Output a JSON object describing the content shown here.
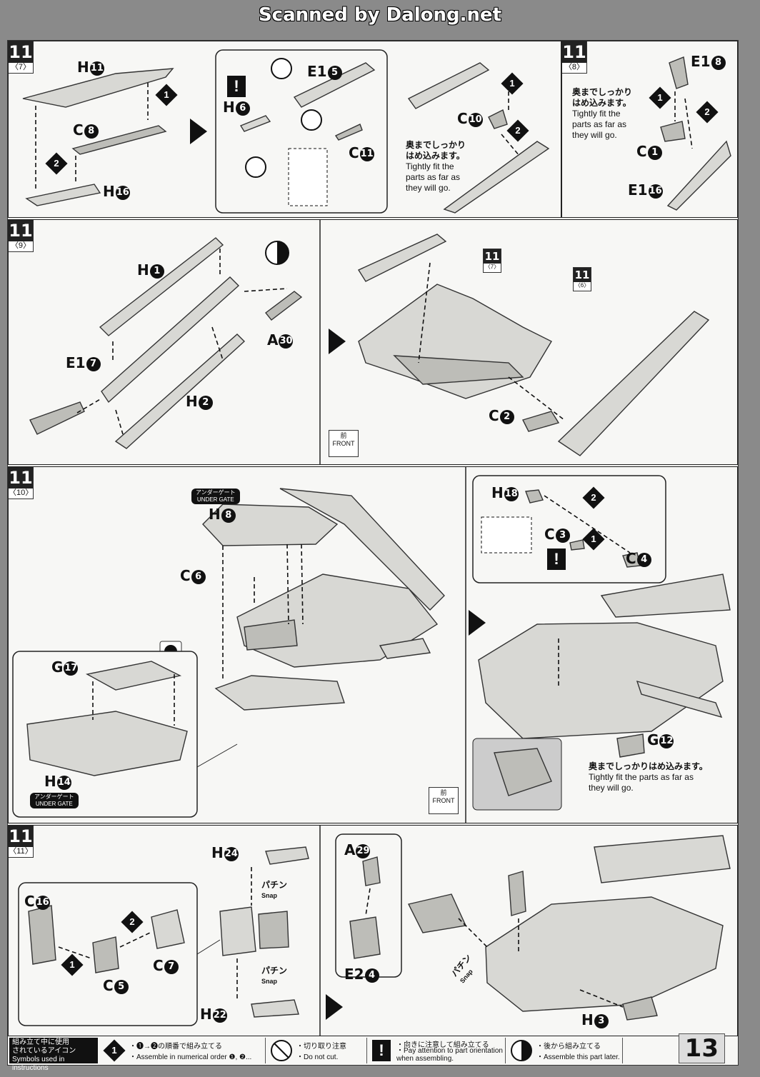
{
  "scan_title": "Scanned by Dalong.net",
  "page_number": "13",
  "steps": {
    "s7": {
      "num": "11",
      "sub": "〈7〉",
      "labels": {
        "h11": "H",
        "h11n": "11",
        "c8": "C",
        "c8n": "8",
        "h16": "H",
        "h16n": "16",
        "e15": "E1",
        "e15n": "5",
        "h6": "H",
        "h6n": "6",
        "c11": "C",
        "c11n": "11",
        "c10": "C",
        "c10n": "10"
      },
      "note_jp": "奥までしっかり\nはめ込みます。",
      "note_en": "Tightly fit the\nparts as far as\nthey will go."
    },
    "s8": {
      "num": "11",
      "sub": "〈8〉",
      "labels": {
        "e18": "E1",
        "e18n": "8",
        "c1": "C",
        "c1n": "1",
        "e116": "E1",
        "e116n": "16"
      },
      "note_jp": "奥までしっかり\nはめ込みます。",
      "note_en": "Tightly fit the\nparts as far as\nthey will go."
    },
    "s9": {
      "num": "11",
      "sub": "〈9〉",
      "labels": {
        "h1": "H",
        "h1n": "1",
        "e17": "E1",
        "e17n": "7",
        "h2": "H",
        "h2n": "2",
        "a30": "A",
        "a30n": "30",
        "c2": "C",
        "c2n": "2"
      },
      "ref7_num": "11",
      "ref7_sub": "〈7〉",
      "ref6_num": "11",
      "ref6_sub": "〈6〉",
      "front_jp": "前",
      "front_en": "FRONT"
    },
    "s10": {
      "num": "11",
      "sub": "〈10〉",
      "gate_jp": "アンダーゲート",
      "gate_en": "UNDER GATE",
      "labels": {
        "h8": "H",
        "h8n": "8",
        "c6": "C",
        "c6n": "6",
        "g17": "G",
        "g17n": "17",
        "h14": "H",
        "h14n": "14",
        "h18": "H",
        "h18n": "18",
        "c3": "C",
        "c3n": "3",
        "c4": "C",
        "c4n": "4",
        "g12": "G",
        "g12n": "12"
      },
      "note_jp": "奥までしっかりはめ込みます。",
      "note_en": "Tightly fit the parts as far as\nthey will go.",
      "front_jp": "前",
      "front_en": "FRONT"
    },
    "s11": {
      "num": "11",
      "sub": "〈11〉",
      "labels": {
        "c16": "C",
        "c16n": "16",
        "c5": "C",
        "c5n": "5",
        "c7": "C",
        "c7n": "7",
        "h24": "H",
        "h24n": "24",
        "h22": "H",
        "h22n": "22",
        "a29": "A",
        "a29n": "29",
        "e24": "E2",
        "e24n": "4",
        "h3": "H",
        "h3n": "3"
      },
      "snap_jp": "パチン",
      "snap_en": "Snap"
    }
  },
  "legend": {
    "title": "組み立て中に使用\nされているアイコン\nSymbols used in instructions",
    "items": [
      {
        "jp": "・❶→❷の順番で組み立てる",
        "en": "・Assemble in numerical order ❶, ❷..."
      },
      {
        "jp": "・切り取り注意",
        "en": "・Do not cut."
      },
      {
        "jp": "・向きに注意して組み立てる",
        "en": "・Pay attention to part orientation\nwhen assembling."
      },
      {
        "jp": "・後から組み立てる",
        "en": "・Assemble this part later."
      }
    ]
  }
}
